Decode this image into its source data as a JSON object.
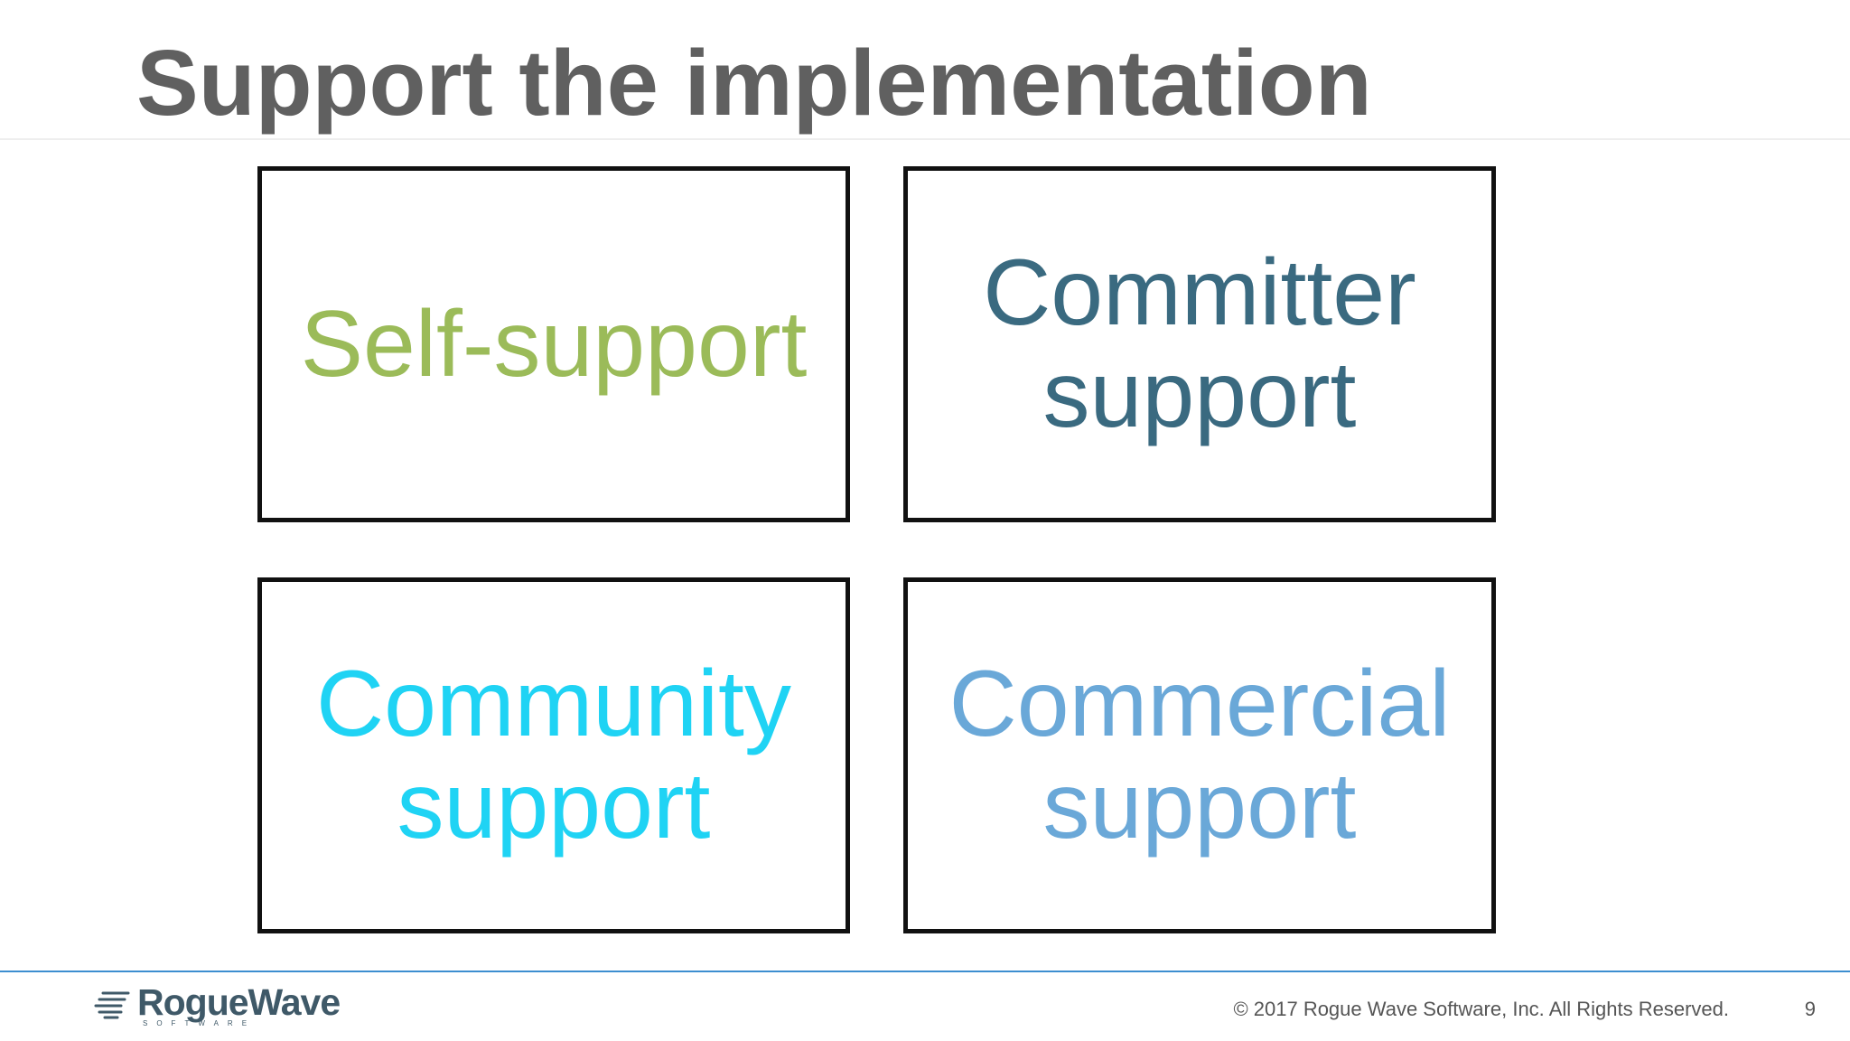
{
  "slide": {
    "title": "Support the implementation",
    "boxes": [
      {
        "label": "Self-support",
        "color": "#9bbb59"
      },
      {
        "label": "Committer\nsupport",
        "color": "#3a6a80"
      },
      {
        "label": "Community\nsupport",
        "color": "#1fd3f4"
      },
      {
        "label": "Commercial\nsupport",
        "color": "#6aa8d8"
      }
    ]
  },
  "footer": {
    "logo_text": "RogueWave",
    "logo_subtext": "SOFTWARE",
    "copyright": "© 2017 Rogue Wave Software, Inc. All Rights Reserved.",
    "page_number": "9"
  },
  "colors": {
    "title": "#606060",
    "footer_rule": "#3c8ed0",
    "box_border": "#111111",
    "logo": "#3f5968"
  }
}
